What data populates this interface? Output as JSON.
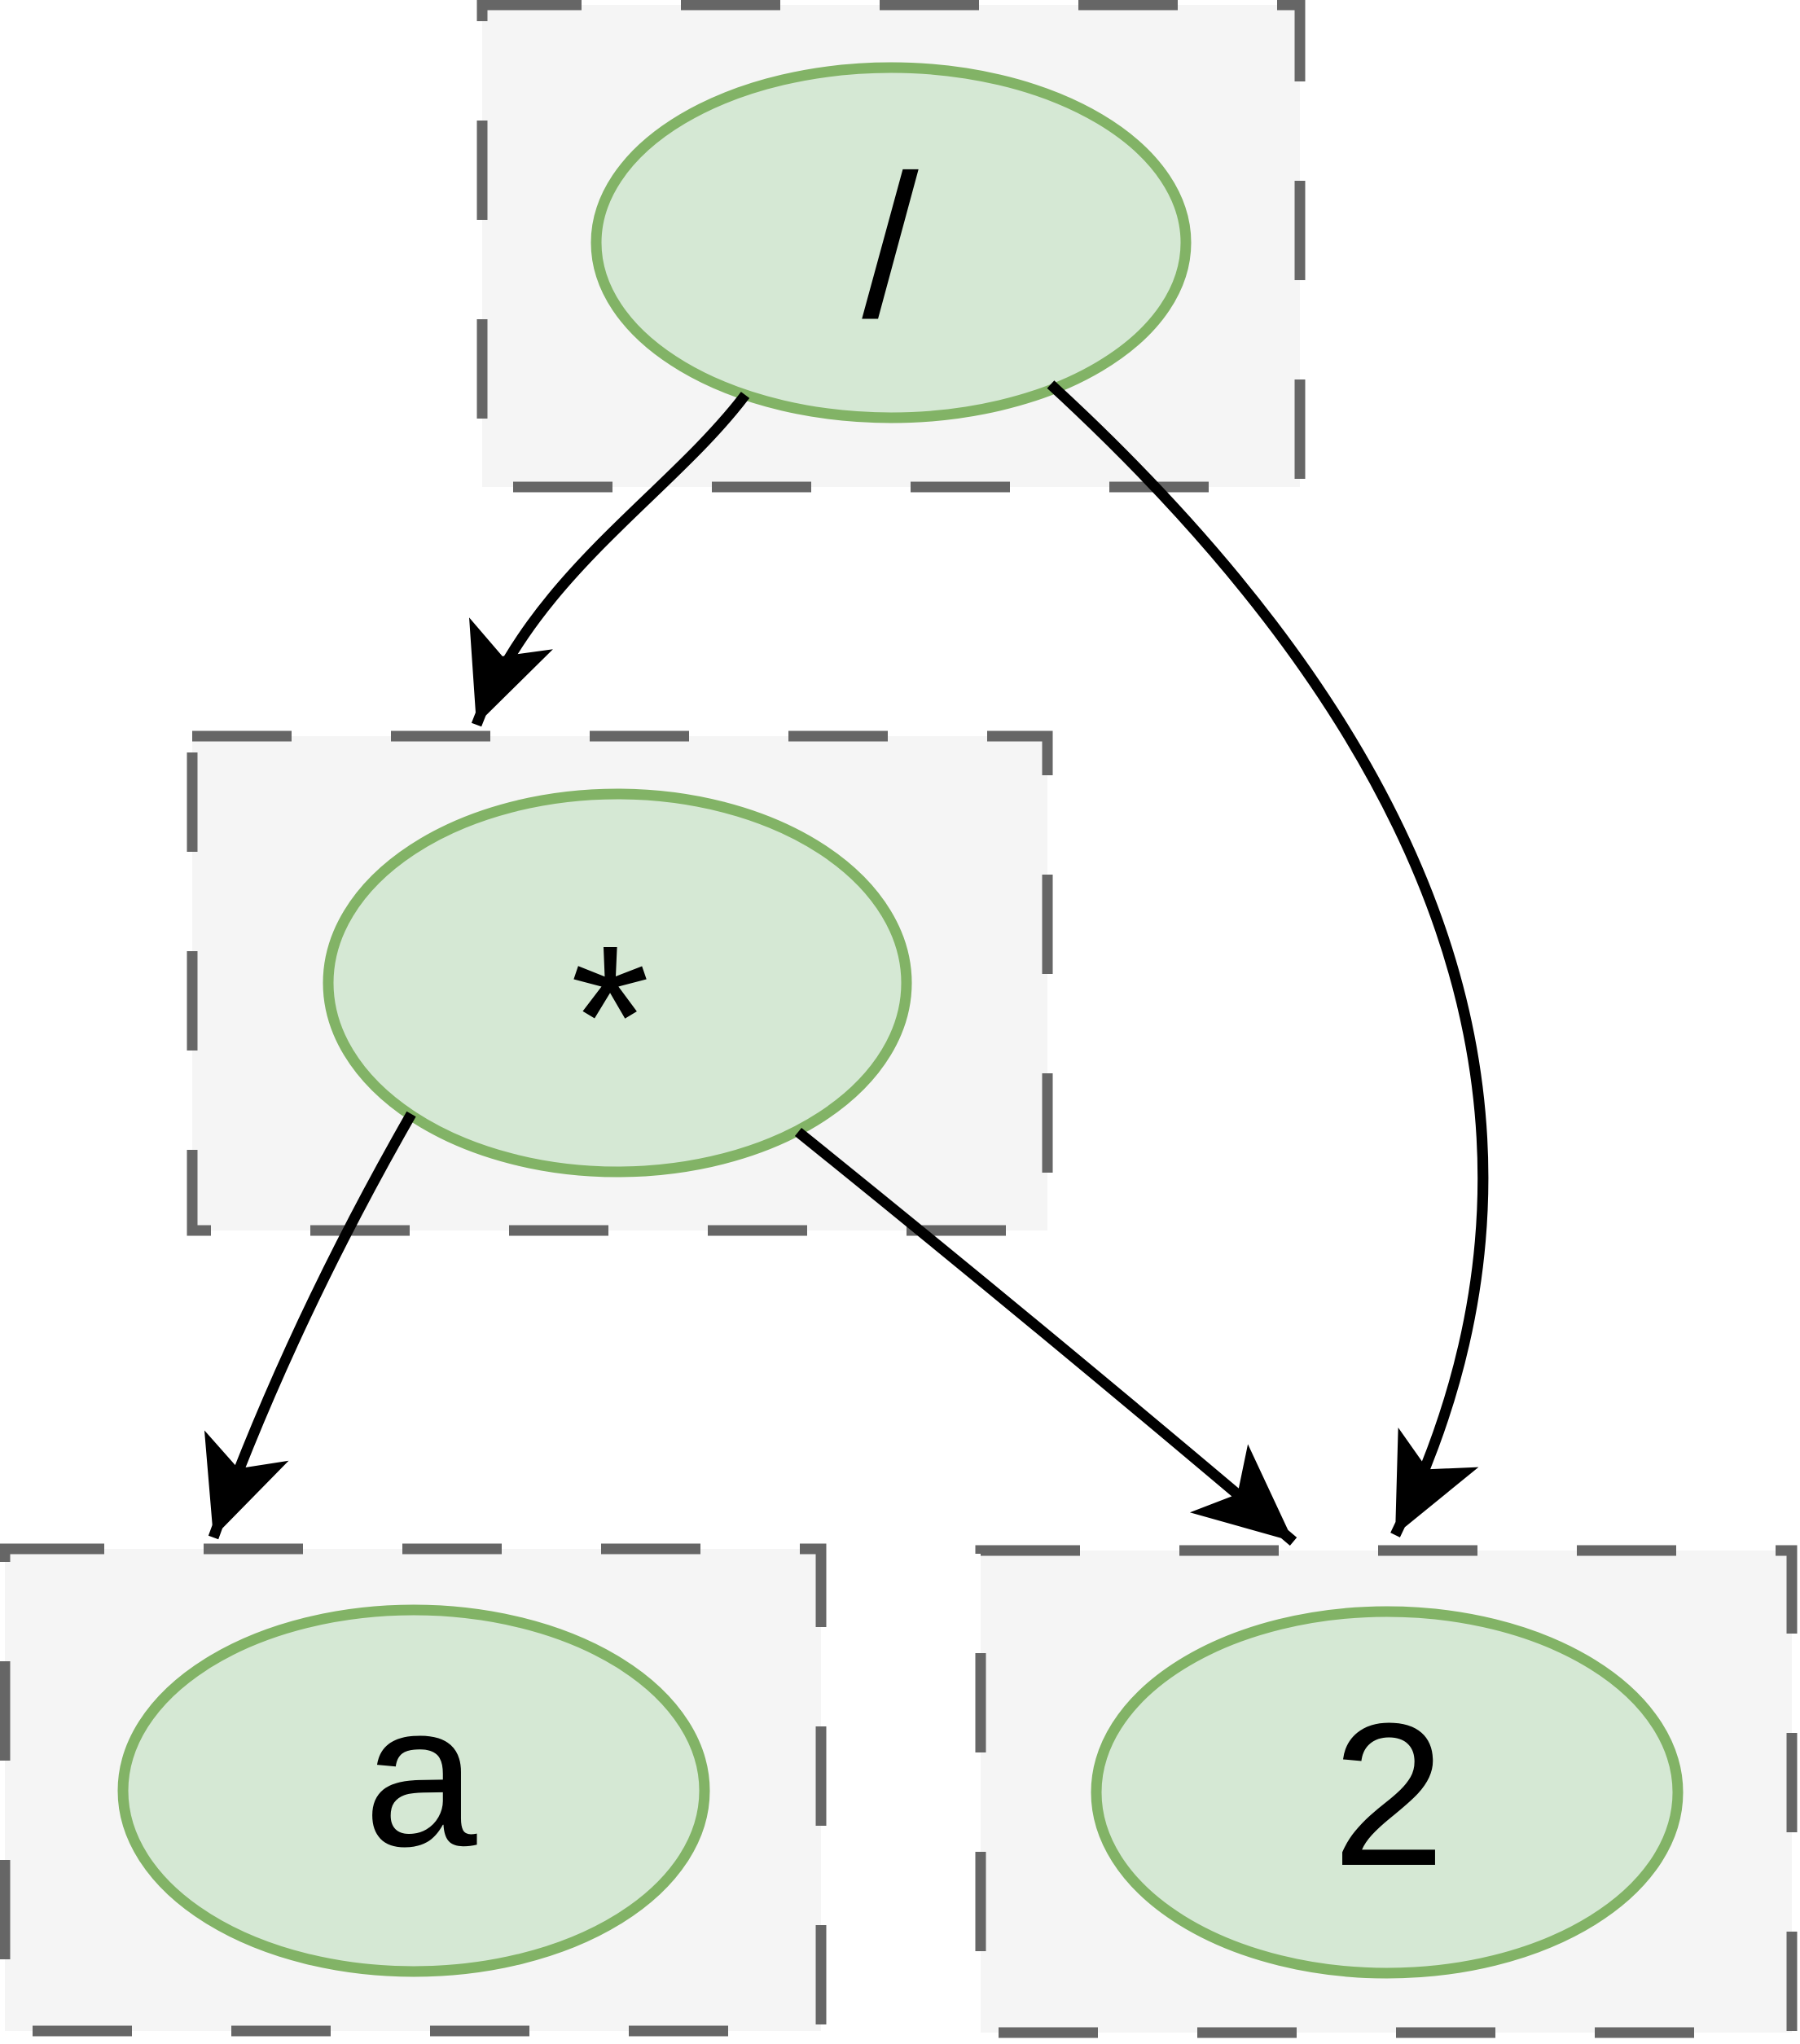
{
  "diagram": {
    "type": "expression-dag",
    "description": "Abstract syntax DAG: division node with children multiply node and shared leaf 2; multiply node with children a and the same shared leaf 2",
    "nodes": [
      {
        "id": "div",
        "label": "/"
      },
      {
        "id": "mul",
        "label": "*"
      },
      {
        "id": "var_a",
        "label": "a"
      },
      {
        "id": "const_2",
        "label": "2"
      }
    ],
    "edges": [
      {
        "from": "div",
        "to": "mul",
        "style": "arrow"
      },
      {
        "from": "div",
        "to": "const_2",
        "style": "arrow"
      },
      {
        "from": "mul",
        "to": "var_a",
        "style": "arrow"
      },
      {
        "from": "mul",
        "to": "const_2",
        "style": "arrow"
      }
    ]
  },
  "colors": {
    "background": "#ffffff",
    "container_fill": "#f5f5f5",
    "container_stroke": "#666666",
    "node_fill": "#d5e8d4",
    "node_stroke": "#82b366",
    "edge_stroke": "#000000",
    "label_color": "#000000"
  }
}
